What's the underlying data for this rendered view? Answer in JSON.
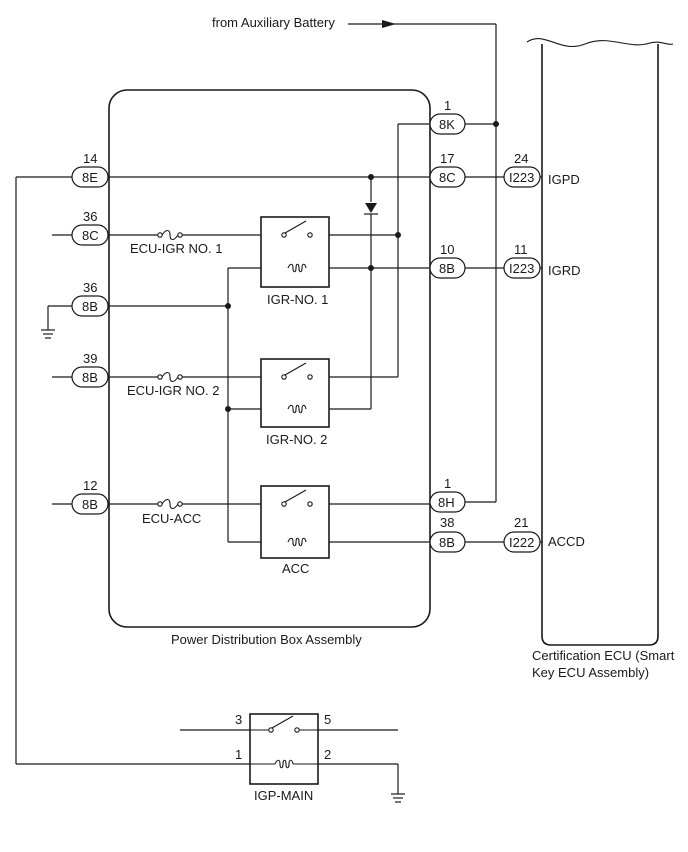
{
  "supply_label": "from Auxiliary Battery",
  "pdb_label": "Power Distribution Box Assembly",
  "ecu_label_line1": "Certification ECU (Smart",
  "ecu_label_line2": "Key ECU Assembly)",
  "left_connectors": [
    {
      "pin": "14",
      "conn": "8E"
    },
    {
      "pin": "36",
      "conn": "8C"
    },
    {
      "pin": "36",
      "conn": "8B"
    },
    {
      "pin": "39",
      "conn": "8B"
    },
    {
      "pin": "12",
      "conn": "8B"
    }
  ],
  "right_connectors": [
    {
      "pin": "1",
      "conn": "8K"
    },
    {
      "pin": "17",
      "conn": "8C"
    },
    {
      "pin": "10",
      "conn": "8B"
    },
    {
      "pin": "1",
      "conn": "8H"
    },
    {
      "pin": "38",
      "conn": "8B"
    }
  ],
  "ecu_pins": [
    {
      "pin": "24",
      "conn": "I223",
      "signal": "IGPD"
    },
    {
      "pin": "11",
      "conn": "I223",
      "signal": "IGRD"
    },
    {
      "pin": "21",
      "conn": "I222",
      "signal": "ACCD"
    }
  ],
  "fuses": [
    "ECU-IGR NO. 1",
    "ECU-IGR NO. 2",
    "ECU-ACC"
  ],
  "relays": [
    "IGR-NO. 1",
    "IGR-NO. 2",
    "ACC",
    "IGP-MAIN"
  ],
  "igp_main_pins": [
    "3",
    "5",
    "1",
    "2"
  ]
}
